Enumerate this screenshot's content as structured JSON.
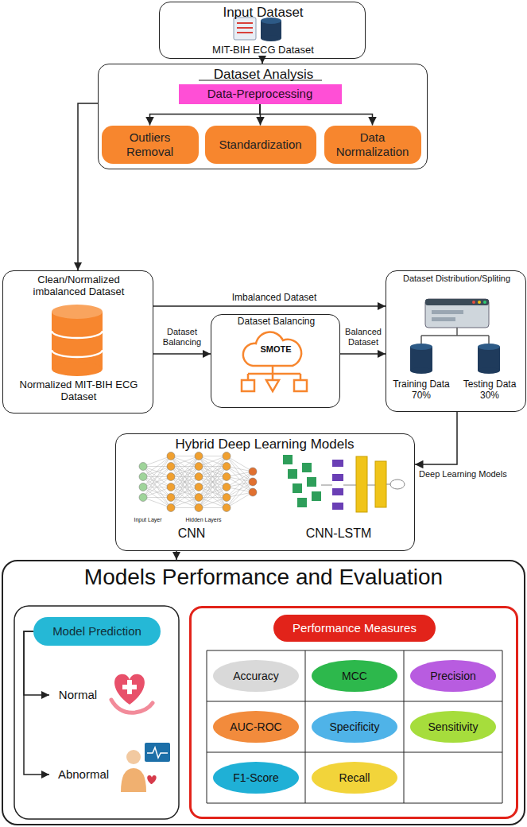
{
  "diagram": {
    "nodes": [
      {
        "text": [
          "Input Dataset",
          "MIT-BIH ECG Dataset"
        ]
      },
      {
        "text": [
          "Dataset Analysis"
        ]
      },
      {
        "text": [
          "Data-Preprocessing"
        ],
        "in": 1
      },
      {
        "text": [
          "Outliers Removal"
        ],
        "in": 1
      },
      {
        "text": [
          "Standardization"
        ],
        "in": 1
      },
      {
        "text": [
          "Data Normalization"
        ],
        "in": 1
      },
      {
        "text": [
          "Clean/Normalized imbalanced Dataset",
          "Normalized MIT-BIH ECG Dataset"
        ]
      },
      {
        "text": [
          "Dataset Balancing",
          "SMOTE"
        ]
      },
      {
        "text": [
          "Dataset Distribution/Spliting",
          "Training Data 70%",
          "Testing Data 30%"
        ]
      },
      {
        "text": [
          "Hybrid Deep Learning Models",
          "CNN",
          "CNN-LSTM"
        ]
      },
      {
        "text": [
          "Models Performance and Evaluation"
        ]
      },
      {
        "text": [
          "Model Prediction"
        ],
        "in": 10
      },
      {
        "text": [
          "Normal"
        ],
        "in": 10
      },
      {
        "text": [
          "Abnormal"
        ],
        "in": 10
      },
      {
        "text": [
          "Performance Measures"
        ],
        "in": 10
      },
      {
        "text": [
          "Accuracy"
        ],
        "in": 14
      },
      {
        "text": [
          "MCC"
        ],
        "in": 14
      },
      {
        "text": [
          "Precision"
        ],
        "in": 14
      },
      {
        "text": [
          "AUC-ROC"
        ],
        "in": 14
      },
      {
        "text": [
          "Specificity"
        ],
        "in": 14
      },
      {
        "text": [
          "Sensitivity"
        ],
        "in": 14
      },
      {
        "text": [
          "F1-Score"
        ],
        "in": 14
      },
      {
        "text": [
          "Recall"
        ],
        "in": 14
      }
    ],
    "edges": [
      {
        "from": 0,
        "to": 1,
        "arrow": "to"
      },
      {
        "from": 1,
        "to": 6,
        "arrow": "to"
      },
      {
        "from": 2,
        "to": 3,
        "arrow": "to"
      },
      {
        "from": 2,
        "to": 4,
        "arrow": "to"
      },
      {
        "from": 2,
        "to": 5,
        "arrow": "to"
      },
      {
        "from": 6,
        "to": 8,
        "label": "Imbalanced Dataset",
        "arrow": "to"
      },
      {
        "from": 6,
        "to": 7,
        "label": "Dataset Balancing",
        "arrow": "to"
      },
      {
        "from": 7,
        "to": 8,
        "label": "Balanced Dataset",
        "arrow": "to"
      },
      {
        "from": 8,
        "to": 9,
        "label": "Deep Learning Models",
        "arrow": "to"
      },
      {
        "from": 9,
        "to": 10,
        "arrow": "to"
      },
      {
        "from": 11,
        "to": 12,
        "arrow": "to"
      },
      {
        "from": 11,
        "to": 13,
        "arrow": "to"
      }
    ],
    "labels": [
      "Input Layer",
      "Hidden Layers"
    ]
  }
}
